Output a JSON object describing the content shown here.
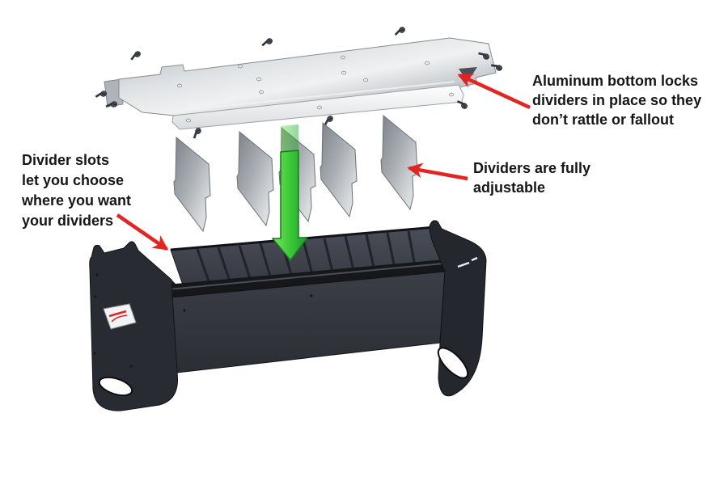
{
  "annotations": {
    "aluminum_bottom": {
      "lines": [
        "Aluminum bottom locks",
        "dividers in place so they",
        "don’t rattle or fallout"
      ]
    },
    "adjustable": {
      "lines": [
        "Dividers are fully",
        "adjustable"
      ]
    },
    "divider_slots": {
      "lines": [
        "Divider slots",
        "let you choose",
        "where you want",
        "your dividers"
      ]
    }
  },
  "counts": {
    "dividers": 5,
    "screws": 10
  },
  "icons": {
    "callout_arrow": "straight red pointer arrow",
    "insert_arrow": "green downward insertion arrow",
    "screw": "dark round-head screw"
  },
  "colors": {
    "background": "#ffffff",
    "callout_red": "#e32421",
    "arrow_green_light": "#74e755",
    "arrow_green_mid": "#3cc93a",
    "arrow_green_dark": "#1e9c2b",
    "metal_light": "#f0f1f2",
    "metal_mid": "#b5b9bd",
    "tray_dark": "#2c2f36",
    "text": "#161616"
  }
}
